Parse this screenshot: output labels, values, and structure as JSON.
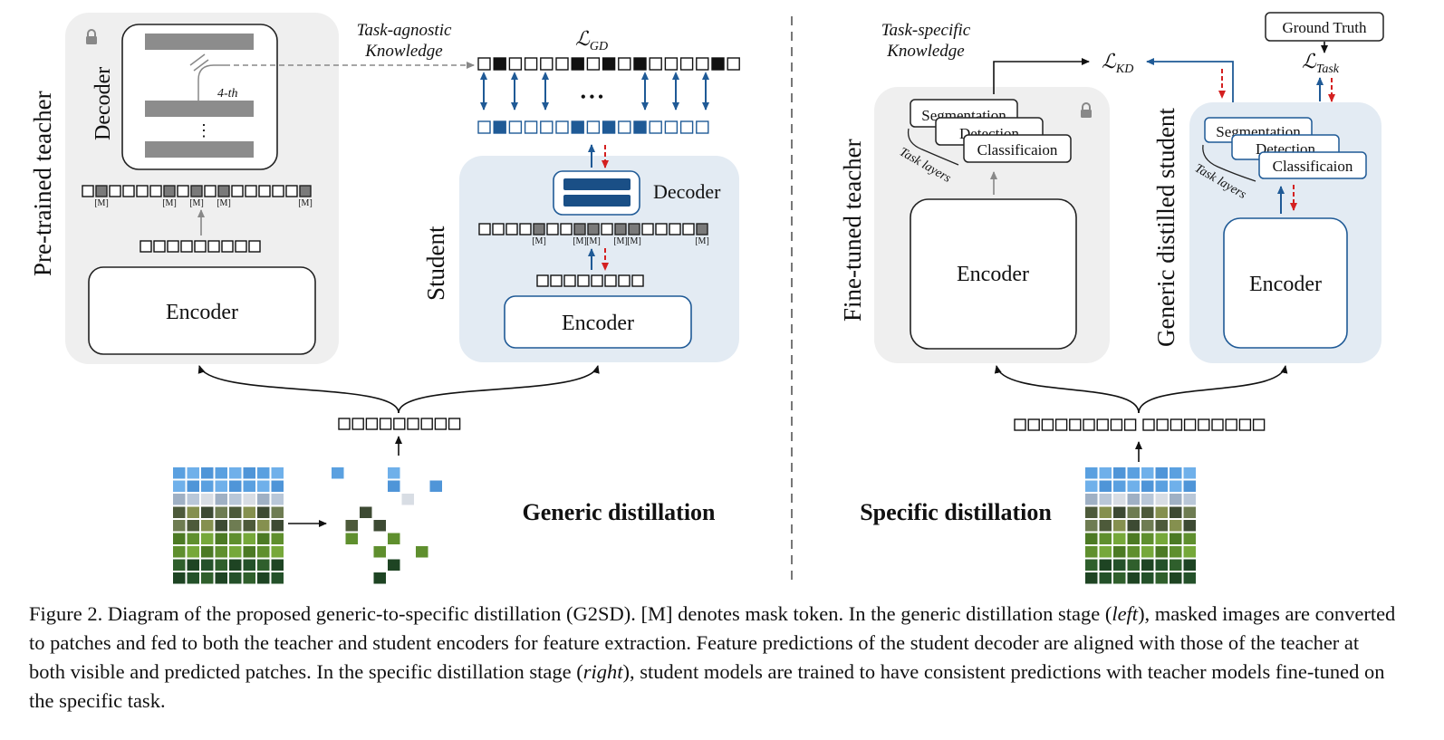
{
  "left": {
    "teacher_label": "Pre-trained teacher",
    "decoder_label": "Decoder",
    "fourth_label": "4-th",
    "dots": "⋮",
    "mask_token": "[M]",
    "encoder_label": "Encoder",
    "task_agnostic": [
      "Task-agnostic",
      "Knowledge"
    ],
    "loss_gd_main": "ℒ",
    "loss_gd_sub": "GD",
    "ellipsis": "• • •",
    "student_label": "Student",
    "student_decoder_label": "Decoder",
    "student_encoder_label": "Encoder",
    "stage_title": "Generic distillation"
  },
  "right": {
    "task_specific": [
      "Task-specific",
      "Knowledge"
    ],
    "loss_kd_main": "ℒ",
    "loss_kd_sub": "KD",
    "ground_truth": "Ground Truth",
    "loss_task_main": "ℒ",
    "loss_task_sub": "Task",
    "teacher_label": "Fine-tuned teacher",
    "student_label": "Generic distilled student",
    "segmentation": "Segmentation",
    "detection": "Detection",
    "classification": "Classificaion",
    "task_layers": "Task layers",
    "encoder_label": "Encoder",
    "stage_title": "Specific distillation"
  },
  "caption": {
    "p1": "Figure 2. Diagram of the proposed generic-to-specific distillation (G2SD). [M] denotes mask token. In the generic distillation stage (",
    "left_word": "left",
    "p2": "), masked images are converted to patches and fed to both the teacher and student encoders for feature extraction. Feature predictions of the student decoder are aligned with those of the teacher at both visible and predicted patches. In the specific distillation stage (",
    "right_word": "right",
    "p3": "), student models are trained to have consistent predictions with teacher models fine-tuned on the specific task."
  },
  "icons": [
    "lock-icon",
    "image-grid"
  ],
  "colors": {
    "teacher_panel": "#efefef",
    "student_panel": "#e3ebf3",
    "blue": "#1f5a96",
    "red": "#d42020",
    "gray_token": "#7a7a7a",
    "decoder_bar": "#8c8c8c"
  }
}
